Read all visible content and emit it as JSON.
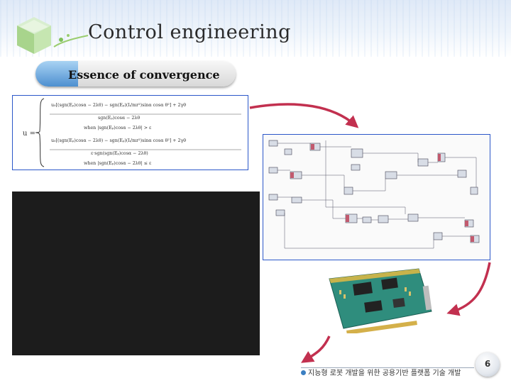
{
  "header": {
    "title": "Control engineering"
  },
  "section": {
    "label": "Essence of convergence"
  },
  "formula": {
    "lines": [
      "u₀[(sgn(Eₚ)cosα − 2λθ) − sgn(Eₚ)(Iᵢ/mr²)sinα cosα θ²] + 2γθ",
      "sgn(Eₚ)cosα − 2λθ",
      "when |sgn(Eₚ)cosα − 2λθ| > ε",
      "u₀[(sgn(Eₚ)cosα − 2λθ) − sgn(Eₚ)(Iᵢ/mr²)sinα cosα θ²] + 2γθ",
      "ε·sgn(sgn(Eₚ)cosα − 2λθ)",
      "when |sgn(Eₚ)cosα − 2λθ| ≤ ε"
    ]
  },
  "footer": {
    "caption": "지능형 로봇 개발을 위한 공용기반 플랫폼 기술 개발",
    "page_number": "6"
  },
  "colors": {
    "accent": "#2b57c9",
    "arrow": "#c2304f",
    "video_bg": "#1c1c1c"
  }
}
